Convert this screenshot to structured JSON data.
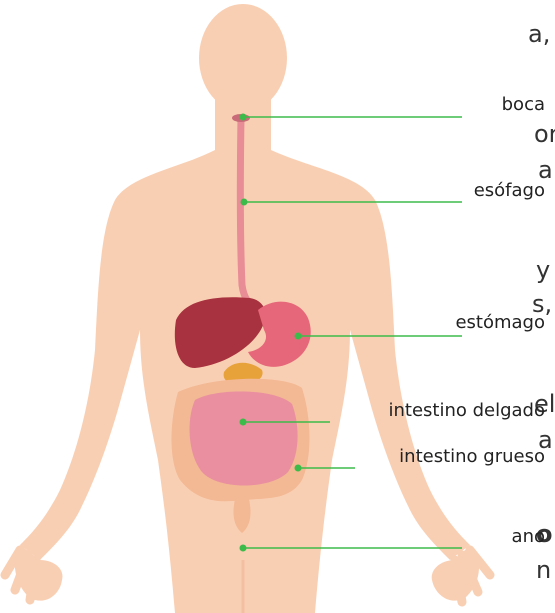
{
  "labels": {
    "boca": "boca",
    "esofago": "esófago",
    "estomago": "estómago",
    "intestino_delgado": "intestino delgado",
    "intestino_grueso": "intestino grueso",
    "ano": "ano"
  },
  "left_text_fragments": [
    "a,",
    "or",
    "a",
    "y",
    "s,",
    "el",
    "a",
    "o",
    "n"
  ],
  "colors": {
    "skin": "#f9cfb3",
    "skin_shadow": "#f2bfa0",
    "leader_line": "#3dbb4a",
    "leader_dot": "#3dbb4a",
    "liver": "#a8323f",
    "stomach": "#e7677a",
    "esophagus": "#e88c96",
    "small_intestine": "#e98fa0",
    "large_intestine": "#f3b894",
    "pancreas": "#e7a23a"
  }
}
